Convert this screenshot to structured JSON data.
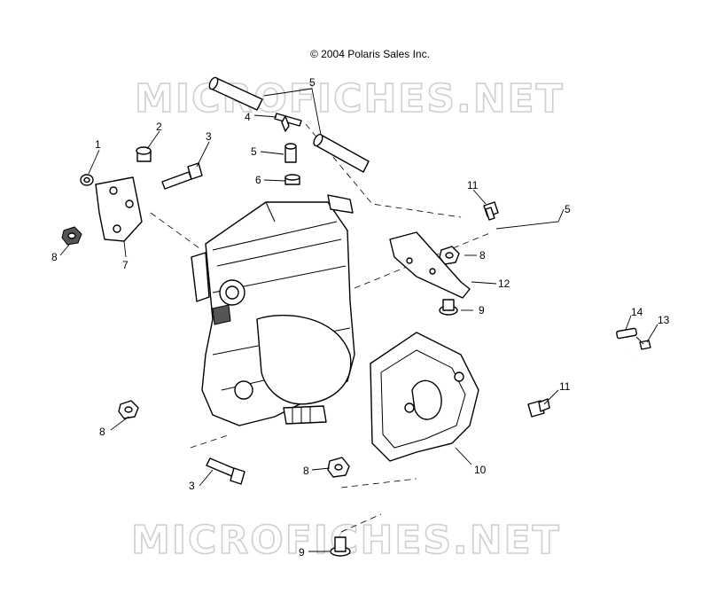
{
  "header": {
    "copyright": "© 2004 Polaris Sales Inc."
  },
  "watermarks": [
    "MICROFICHES.NET",
    "MICROFICHES.NET"
  ],
  "callouts": [
    "1",
    "2",
    "3",
    "4",
    "5",
    "5",
    "5",
    "6",
    "7",
    "8",
    "8",
    "8",
    "8",
    "9",
    "9",
    "10",
    "11",
    "11",
    "12",
    "13",
    "14",
    "3"
  ]
}
